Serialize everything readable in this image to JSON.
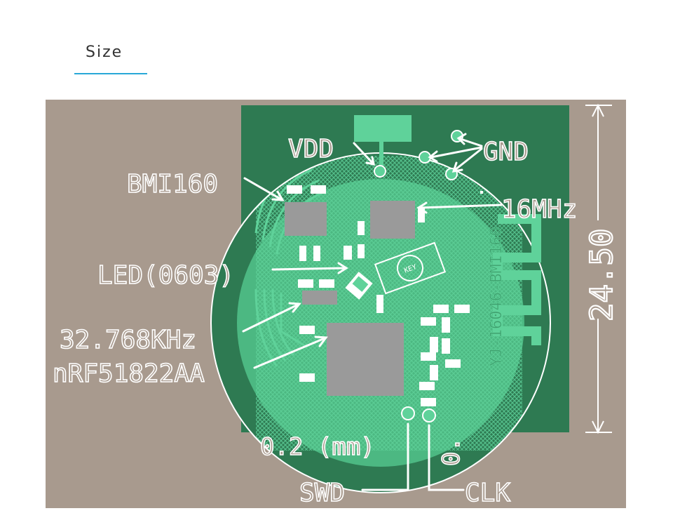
{
  "section": {
    "title": "Size",
    "underline_color": "#29a8d8"
  },
  "colors": {
    "background_panel": "#a89a8e",
    "pcb_board": "#2e7a52",
    "pcb_copper": "#5fd29a",
    "chip": "#9a9a9a",
    "annotation": "#ffffff"
  },
  "labels": {
    "vdd": "VDD",
    "gnd": "GND",
    "bmi160": "BMI160",
    "mhz16": "16MHz",
    "led": "LED(0603)",
    "khz": "32.768KHz",
    "nrf": "nRF51822AA",
    "thickness": "0.2 (mm)",
    "edge": "0.",
    "swd": "SWD",
    "clk": "CLK",
    "dimension": "24.50",
    "silkscreen": "YJ-16046-BMI160",
    "key": "KEY"
  }
}
